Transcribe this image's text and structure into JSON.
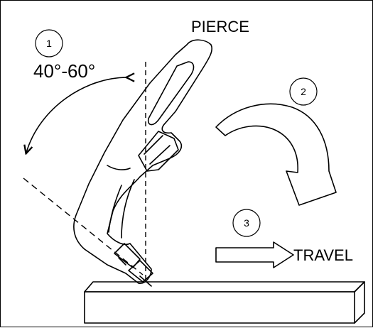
{
  "diagram": {
    "step_badges": [
      {
        "id": "1",
        "text": "1"
      },
      {
        "id": "2",
        "text": "2"
      },
      {
        "id": "3",
        "text": "3"
      }
    ],
    "labels": {
      "angle": "40°-60°",
      "pierce": "PIERCE",
      "travel": "TRAVEL"
    }
  }
}
